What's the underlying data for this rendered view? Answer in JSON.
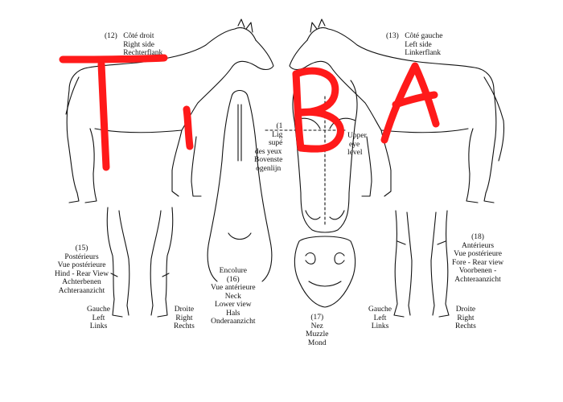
{
  "views": {
    "right_side": {
      "number": "(12)",
      "lines": [
        "Côté droit",
        "Right side",
        "Rechterflank"
      ]
    },
    "left_side": {
      "number": "(13)",
      "lines": [
        "Côté gauche",
        "Left side",
        "Linkerflank"
      ]
    },
    "eye_level": {
      "prefix": "(1",
      "lines": [
        "Lig",
        "supé",
        "des yeux",
        "Bovenste",
        "ogenlijn"
      ],
      "english": [
        "Upper",
        "eye",
        "level"
      ]
    },
    "hind": {
      "number": "(15)",
      "lines": [
        "Postérieurs",
        "Vue postérieure",
        "Hind - Rear View",
        "Achterbenen",
        "Achteraanzicht"
      ],
      "left": [
        "Gauche",
        "Left",
        "Links"
      ],
      "right": [
        "Droite",
        "Right",
        "Rechts"
      ]
    },
    "neck": {
      "lines": [
        "Encolure",
        "Vue antérieure"
      ],
      "number": "(16)",
      "lines2": [
        "Neck",
        "Lower view",
        "Hals",
        "Onderaanzicht"
      ]
    },
    "muzzle": {
      "number": "(17)",
      "lines": [
        "Nez",
        "Muzzle",
        "Mond"
      ]
    },
    "fore": {
      "number": "(18)",
      "lines": [
        "Antérieurs",
        "Vue postérieure",
        "Fore - Rear view",
        "Voorbenen -",
        "Achteraanzicht"
      ],
      "left": [
        "Gauche",
        "Left",
        "Links"
      ],
      "right": [
        "Droite",
        "Right",
        "Rechts"
      ]
    }
  },
  "overlay": {
    "letters": [
      "T",
      "i",
      "B",
      "A"
    ],
    "color": "#ff1a1a"
  }
}
